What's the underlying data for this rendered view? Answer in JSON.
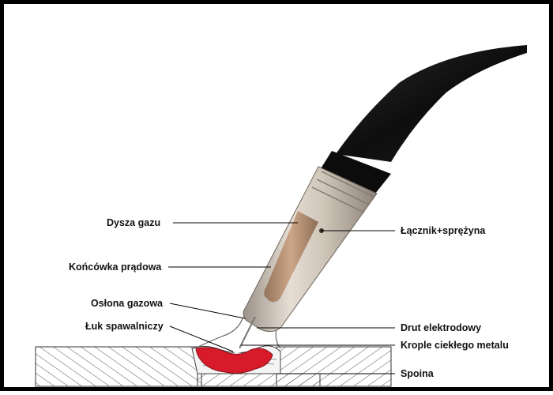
{
  "labels": {
    "gas_nozzle": "Dysza gazu",
    "contact_tip": "Końcówka prądowa",
    "gas_shield": "Osłona gazowa",
    "welding_arc": "Łuk spawalniczy",
    "connector_spring": "Łącznik+sprężyna",
    "electrode_wire": "Drut elektrodowy",
    "molten_droplets": "Krople ciekłego metalu",
    "weld": "Spoina"
  },
  "colors": {
    "frame": "#000000",
    "cable": "#141414",
    "nozzle": "#c9bfb3",
    "contact_tip": "#b08a6c",
    "weld_pool": "#d81b2a",
    "leader_line": "#000000"
  }
}
